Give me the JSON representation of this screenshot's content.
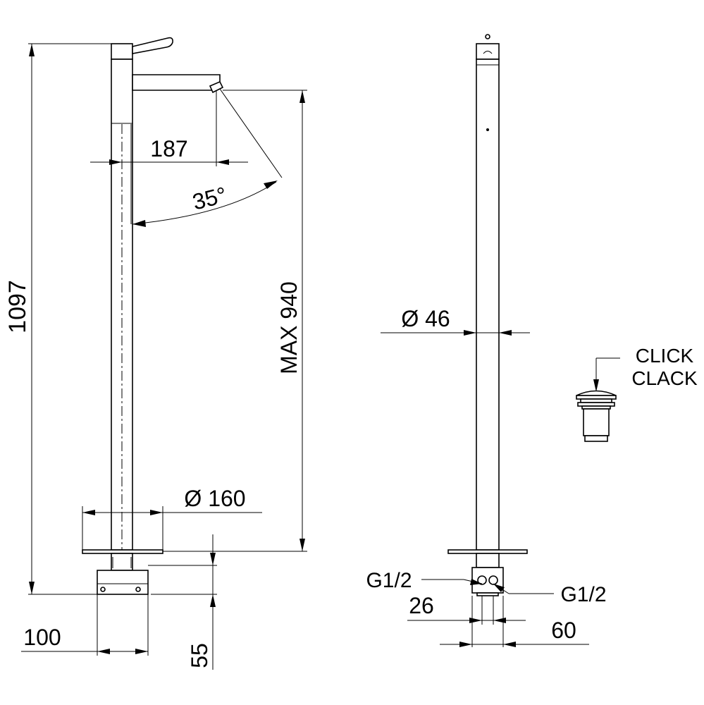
{
  "dimensions": {
    "overall_height": "1097",
    "spout_reach": "187",
    "spout_angle": "35°",
    "max_height": "MAX 940",
    "base_diameter": "Ø 160",
    "body_diameter": "Ø 46",
    "lower_body_width": "100",
    "lower_body_height": "55",
    "inlet_spacing": "26",
    "inlet_width": "60"
  },
  "connections": {
    "inlet_left": "G1/2",
    "inlet_right": "G1/2"
  },
  "accessory": {
    "line1": "CLICK",
    "line2": "CLACK"
  }
}
